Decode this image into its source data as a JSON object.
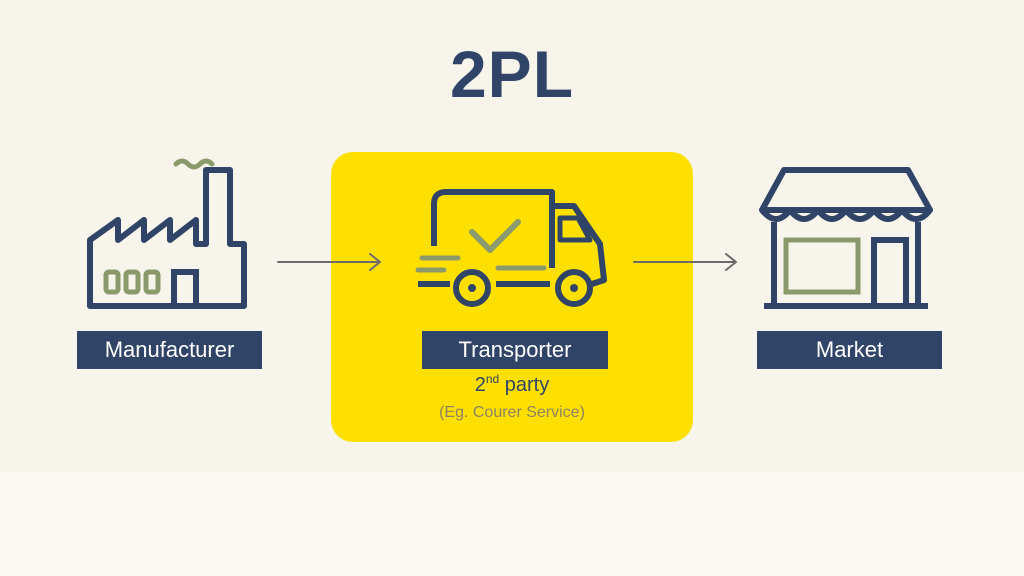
{
  "title": "2PL",
  "nodes": {
    "manufacturer": {
      "label": "Manufacturer",
      "icon": "factory-icon"
    },
    "transporter": {
      "label": "Transporter",
      "icon": "delivery-truck-icon",
      "party_number": "2",
      "party_suffix": "nd",
      "party_word": " party",
      "example": "(Eg. Courer Service)"
    },
    "market": {
      "label": "Market",
      "icon": "storefront-icon"
    }
  },
  "colors": {
    "navy": "#2f4467",
    "highlight": "#fde000",
    "accent_green": "#8a9a6a",
    "background": "#f7f4ec"
  }
}
